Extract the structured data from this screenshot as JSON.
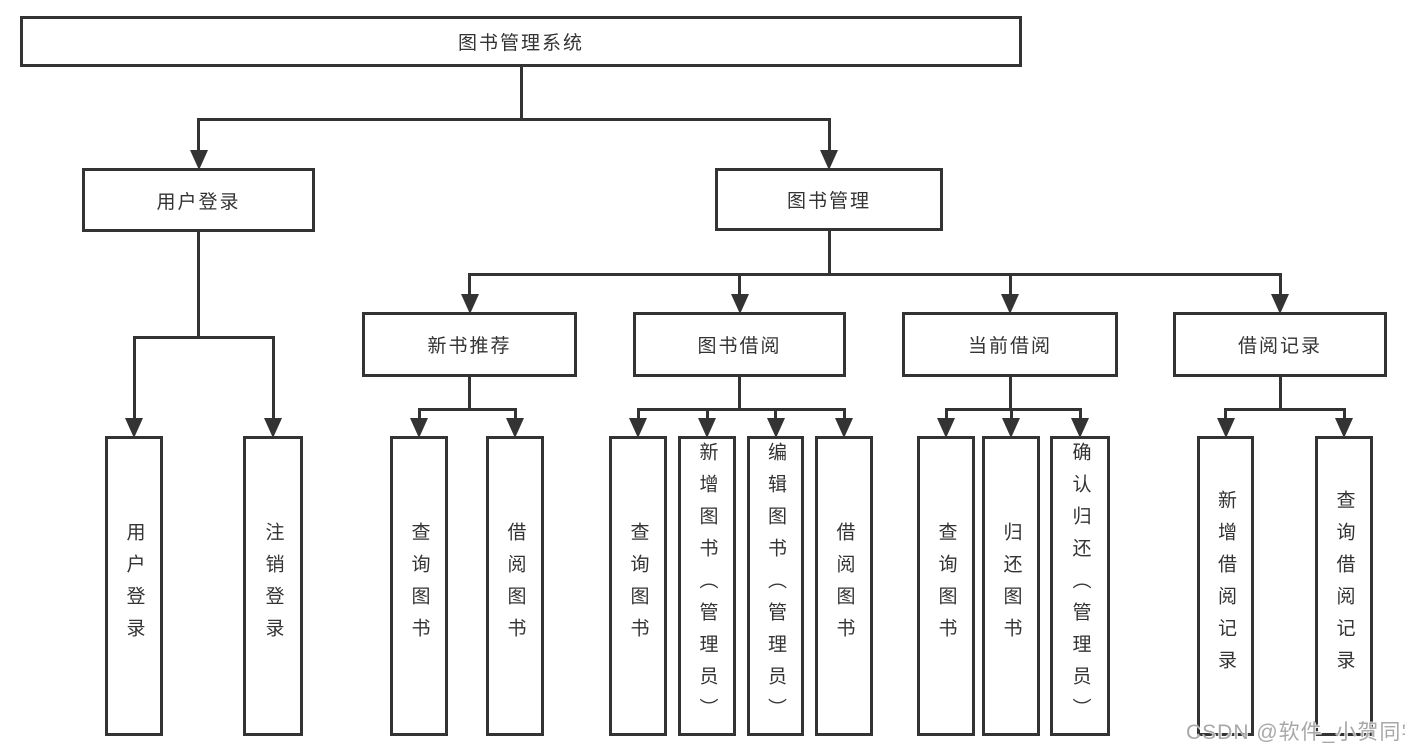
{
  "diagram": {
    "title": "图书管理系统",
    "nodes": {
      "root": {
        "label": "图书管理系统"
      },
      "user-login": {
        "label": "用户登录"
      },
      "book-management": {
        "label": "图书管理"
      },
      "new-book-recommend": {
        "label": "新书推荐"
      },
      "book-borrowing": {
        "label": "图书借阅"
      },
      "current-borrowing": {
        "label": "当前借阅"
      },
      "borrowing-records": {
        "label": "借阅记录"
      },
      "leaf-user-login": {
        "label": "用户登录"
      },
      "leaf-logout": {
        "label": "注销登录"
      },
      "leaf-query-books-recommend": {
        "label": "查询图书"
      },
      "leaf-borrow-books-recommend": {
        "label": "借阅图书"
      },
      "leaf-query-books-borrowing": {
        "label": "查询图书"
      },
      "leaf-add-books": {
        "label": "新增图书（管理员）"
      },
      "leaf-edit-books": {
        "label": "编辑图书（管理员）"
      },
      "leaf-borrow-books-borrowing": {
        "label": "借阅图书"
      },
      "leaf-query-books-current": {
        "label": "查询图书"
      },
      "leaf-return-books": {
        "label": "归还图书"
      },
      "leaf-confirm-return": {
        "label": "确认归还（管理员）"
      },
      "leaf-add-borrow-record": {
        "label": "新增借阅记录"
      },
      "leaf-query-borrow-record": {
        "label": "查询借阅记录"
      }
    },
    "edges": [
      {
        "parent": "root",
        "children": [
          "user-login",
          "book-management"
        ]
      },
      {
        "parent": "user-login",
        "children": [
          "leaf-user-login",
          "leaf-logout"
        ]
      },
      {
        "parent": "book-management",
        "children": [
          "new-book-recommend",
          "book-borrowing",
          "current-borrowing",
          "borrowing-records"
        ]
      },
      {
        "parent": "new-book-recommend",
        "children": [
          "leaf-query-books-recommend",
          "leaf-borrow-books-recommend"
        ]
      },
      {
        "parent": "book-borrowing",
        "children": [
          "leaf-query-books-borrowing",
          "leaf-add-books",
          "leaf-edit-books",
          "leaf-borrow-books-borrowing"
        ]
      },
      {
        "parent": "current-borrowing",
        "children": [
          "leaf-query-books-current",
          "leaf-return-books",
          "leaf-confirm-return"
        ]
      },
      {
        "parent": "borrowing-records",
        "children": [
          "leaf-add-borrow-record",
          "leaf-query-borrow-record"
        ]
      }
    ],
    "colors": {
      "line": "#333333",
      "text": "#333333",
      "background": "#ffffff",
      "watermark": "#a8a8a8"
    }
  },
  "watermark": {
    "text": "CSDN @软件_小贺同学"
  }
}
